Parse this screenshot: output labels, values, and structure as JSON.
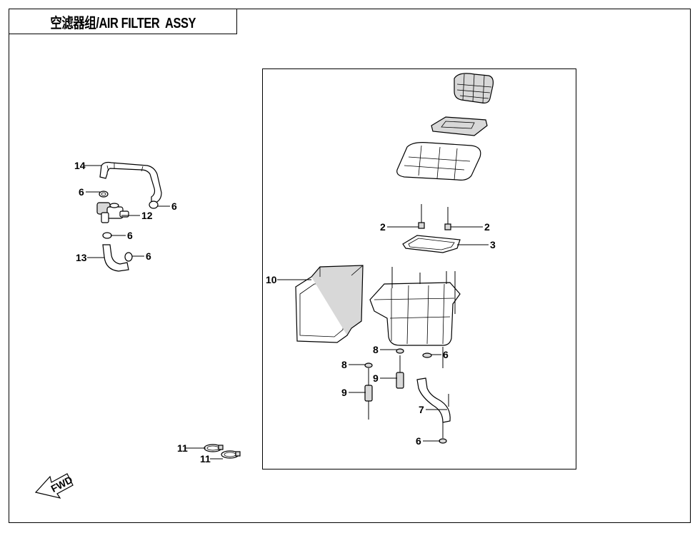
{
  "title": "空滤器组/AIR FILTER  ASSY",
  "fwd_label": "FWD",
  "callouts": {
    "c14": "14",
    "c6a": "6",
    "c6b": "6",
    "c12": "12",
    "c6c": "6",
    "c13": "13",
    "c6d": "6",
    "c2a": "2",
    "c2b": "2",
    "c3": "3",
    "c10": "10",
    "c8a": "8",
    "c6e": "6",
    "c8b": "8",
    "c9a": "9",
    "c9b": "9",
    "c7": "7",
    "c6f": "6",
    "c11a": "11",
    "c11b": "11"
  }
}
